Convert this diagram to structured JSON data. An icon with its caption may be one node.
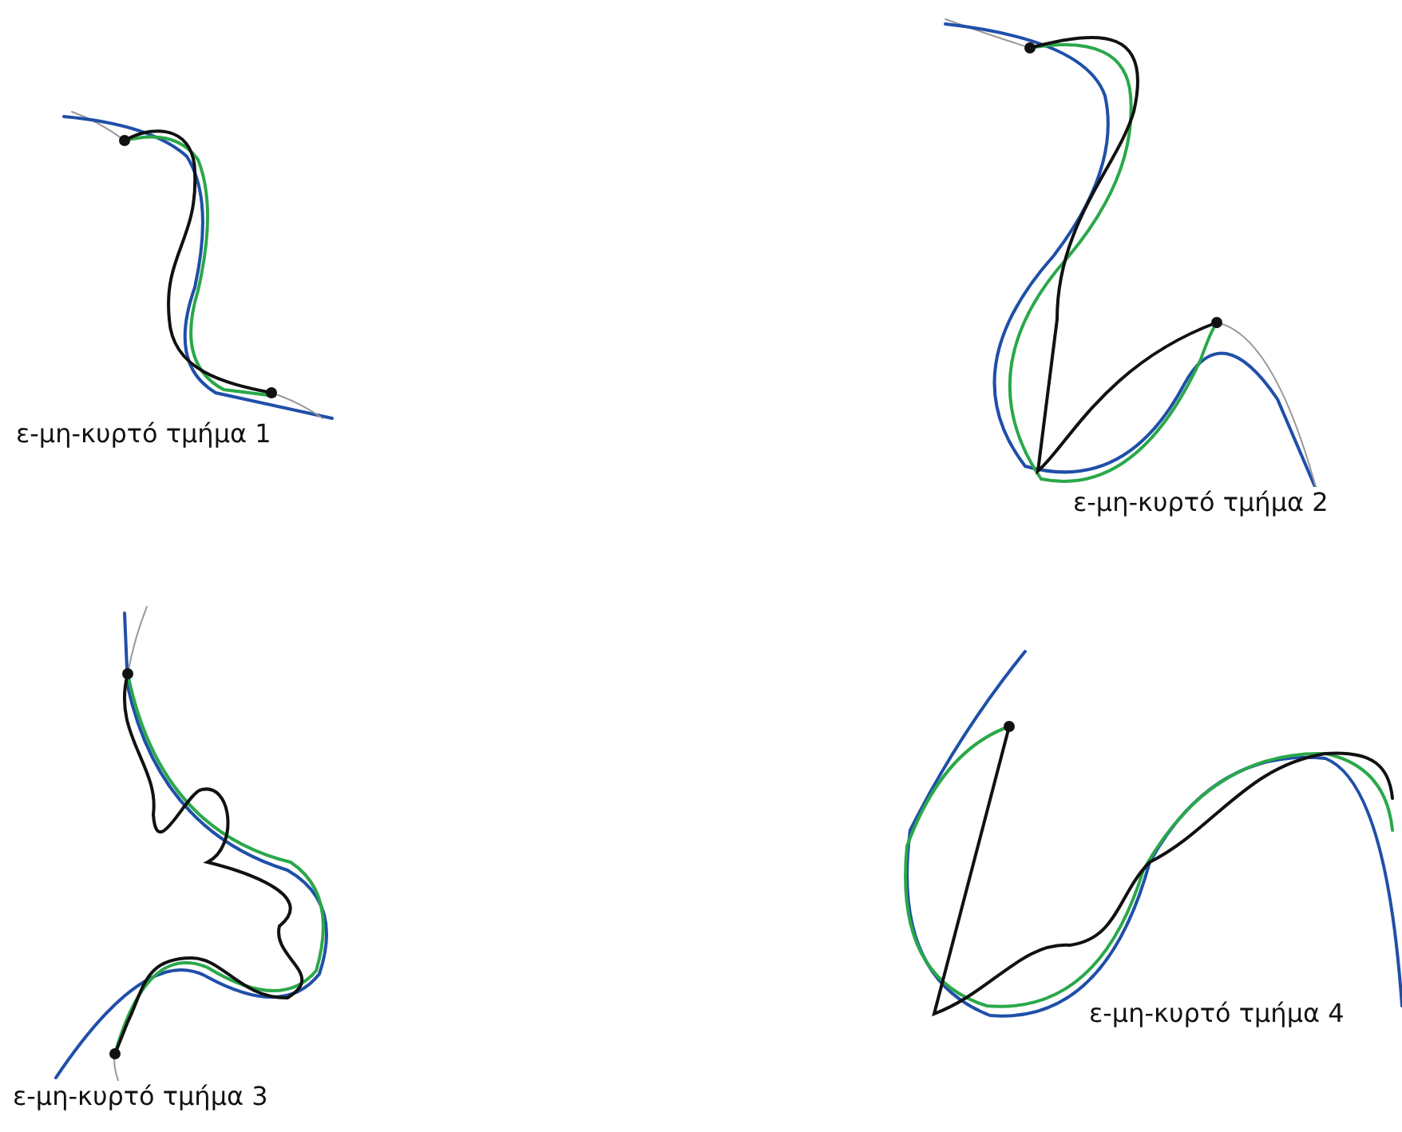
{
  "diagram": {
    "labels": [
      "ε-μη-κυρτό τμήμα 1",
      "ε-μη-κυρτό τμήμα 2",
      "ε-μη-κυρτό τμήμα 3",
      "ε-μη-κυρτό τμήμα 4"
    ]
  }
}
